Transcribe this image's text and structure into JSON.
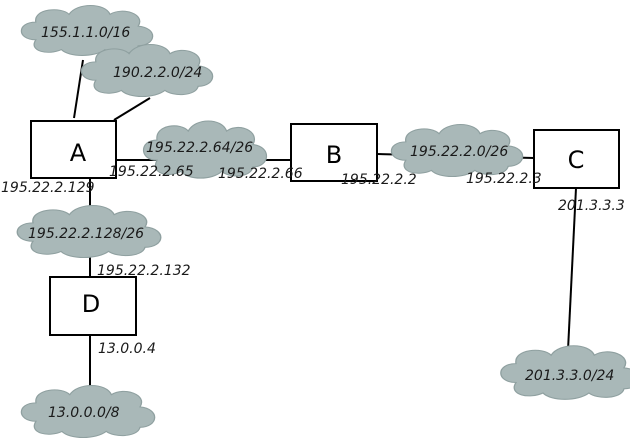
{
  "routers": {
    "a": "A",
    "b": "B",
    "c": "C",
    "d": "D"
  },
  "networks": {
    "n155": "155.1.1.0/16",
    "n190": "190.2.2.0/24",
    "n_ab": "195.22.2.64/26",
    "n_bc": "195.22.2.0/26",
    "n_ad": "195.22.2.128/26",
    "n13": "13.0.0.0/8",
    "n201": "201.3.3.0/24"
  },
  "interfaces": {
    "a_ab": "195.22.2.65",
    "b_ab": "195.22.2.66",
    "b_bc": "195.22.2.2",
    "c_bc": "195.22.2.3",
    "a_ad": "195.22.2.129",
    "d_ad": "195.22.2.132",
    "d_13": "13.0.0.4",
    "c_201": "201.3.3.3"
  },
  "colors": {
    "cloud_fill": "#a9b8b8",
    "line": "#000000",
    "background": "#ffffff"
  }
}
